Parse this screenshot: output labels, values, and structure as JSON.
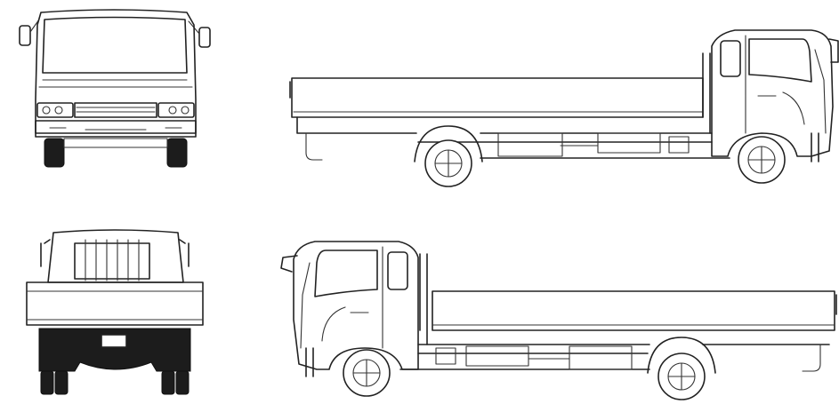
{
  "drawing": {
    "views": [
      "front",
      "side-right",
      "rear",
      "side-left"
    ],
    "line_color": "#222222",
    "background": "#ffffff"
  }
}
